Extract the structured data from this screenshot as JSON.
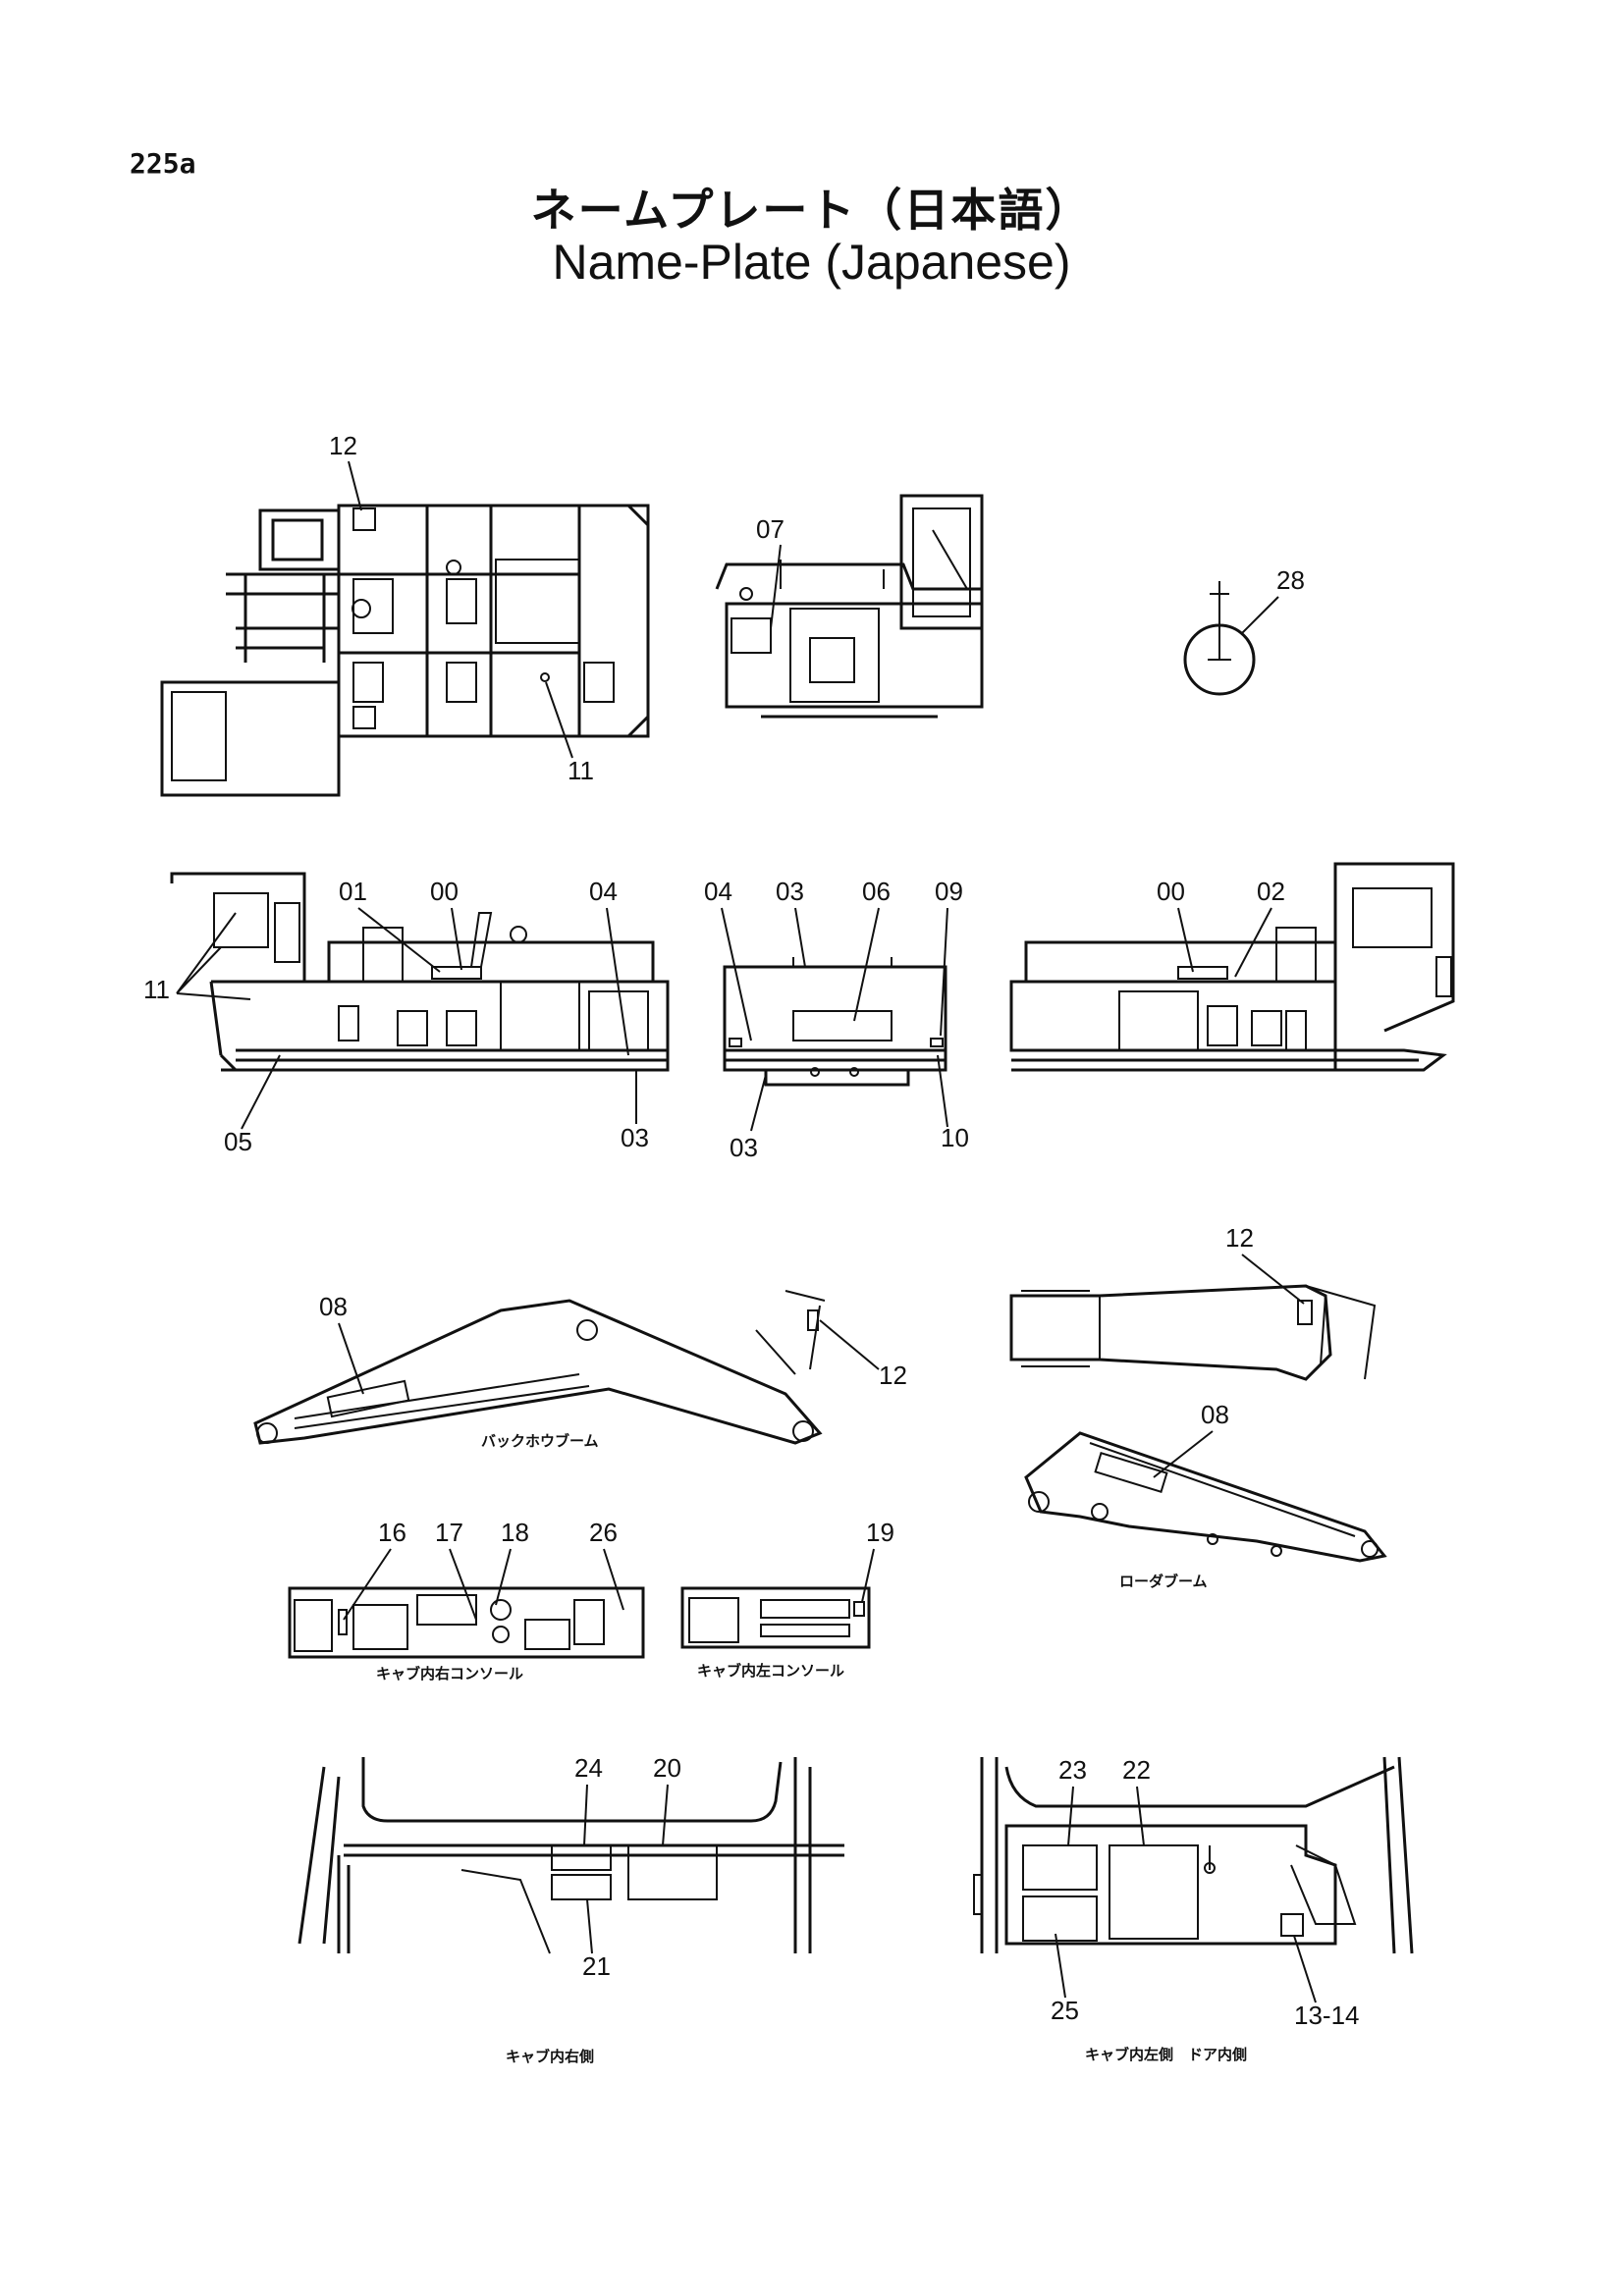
{
  "page": {
    "number": "225a",
    "title_jp": "ネームプレート（日本語）",
    "title_en": "Name-Plate (Japanese)"
  },
  "callouts": {
    "top_left_12": "12",
    "top_left_11": "11",
    "top_mid_07": "07",
    "top_right_28": "28",
    "side_left_11": "11",
    "side_left_01": "01",
    "side_left_00": "00",
    "side_left_04": "04",
    "side_left_05": "05",
    "side_left_03": "03",
    "rear_04": "04",
    "rear_03_top": "03",
    "rear_06": "06",
    "rear_09": "09",
    "rear_03_bottom": "03",
    "rear_10": "10",
    "side_right_00": "00",
    "side_right_02": "02",
    "boom_08": "08",
    "boom_12": "12",
    "arm_12": "12",
    "loader_08": "08",
    "console_16": "16",
    "console_17": "17",
    "console_18": "18",
    "console_26": "26",
    "console_19": "19",
    "cab_right_24": "24",
    "cab_right_20": "20",
    "cab_right_21": "21",
    "cab_left_23": "23",
    "cab_left_22": "22",
    "cab_left_25": "25",
    "cab_left_13_14": "13-14"
  },
  "captions": {
    "backhoe_boom": "バックホウブーム",
    "loader_boom": "ローダブーム",
    "right_console": "キャブ内右コンソール",
    "left_console": "キャブ内左コンソール",
    "cab_right_side": "キャブ内右側",
    "cab_left_side": "キャブ内左側　ドア内側"
  }
}
